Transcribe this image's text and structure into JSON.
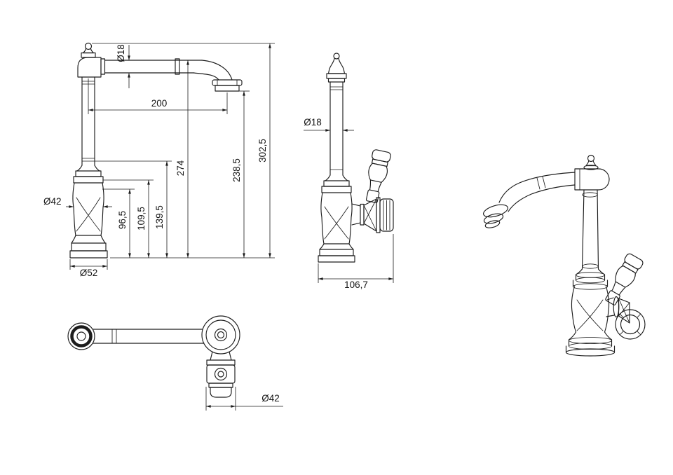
{
  "page": {
    "background": "#ffffff",
    "line_color": "#1c1c1c",
    "description": "Dimensioned technical drawing of a classic kitchen faucet: front view, side view, top view and perspective view"
  },
  "views": {
    "front": {
      "dims": {
        "spout_tube_diameter": "Ø18",
        "spout_reach": "200",
        "overall_height": "302,5",
        "spout_outlet_height": "238,5",
        "arm_axis_height": "274",
        "body_top_height": "139,5",
        "collar_height": "109,5",
        "body_height": "96,5",
        "body_diameter": "Ø42",
        "base_diameter": "Ø52"
      }
    },
    "side": {
      "dims": {
        "riser_diameter": "Ø18",
        "overall_depth": "106,7"
      }
    },
    "top": {
      "dims": {
        "body_diameter": "Ø42"
      }
    }
  }
}
